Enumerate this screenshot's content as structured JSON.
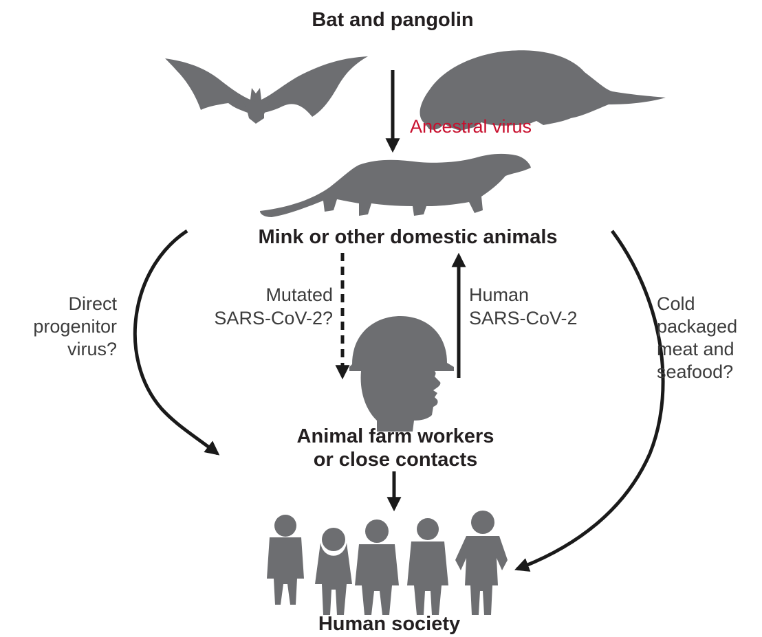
{
  "nodes": {
    "bat_pangolin": "Bat and pangolin",
    "mink": "Mink or other domestic animals",
    "workers_line1": "Animal farm workers",
    "workers_line2": "or close contacts",
    "society": "Human society"
  },
  "edges": {
    "ancestral": "Ancestral virus",
    "mutated_line1": "Mutated",
    "mutated_line2": "SARS-CoV-2?",
    "human_line1": "Human",
    "human_line2": "SARS-CoV-2",
    "progenitor_line1": "Direct",
    "progenitor_line2": "progenitor",
    "progenitor_line3": "virus?",
    "cold_line1": "Cold",
    "cold_line2": "packaged",
    "cold_line3": "meat and",
    "cold_line4": "seafood?"
  },
  "colors": {
    "silhouette": "#6d6e71",
    "arrow": "#1a1a1a",
    "ancestral_label": "#c8102e",
    "text": "#231f20"
  },
  "icons": [
    "bat-icon",
    "pangolin-icon",
    "mink-icon",
    "worker-head-icon",
    "people-group-icon"
  ]
}
